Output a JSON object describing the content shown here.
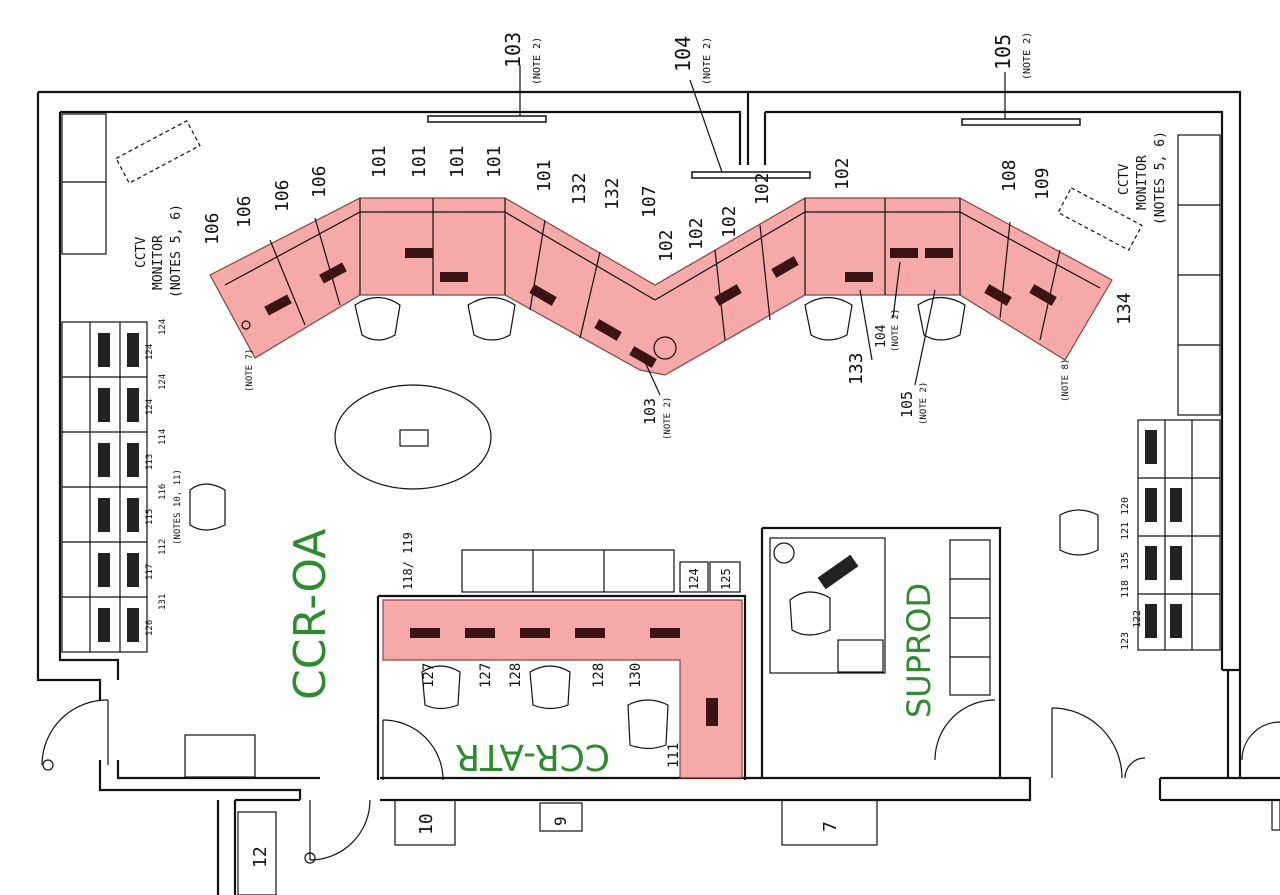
{
  "colors": {
    "console_highlight": "#f4a0a0",
    "room_label": "#2e8b2e",
    "line": "#111111"
  },
  "rooms": {
    "ccr_oa": "CCR-OA",
    "ccr_atr": "CCR-ATR",
    "suprod": "SUPROD"
  },
  "notes": {
    "cctv_left": [
      "CCTV",
      "MONITOR",
      "(NOTES 5, 6)"
    ],
    "cctv_right": [
      "CCTV",
      "MONITOR",
      "(NOTES 5, 6)"
    ],
    "note2": "(NOTE 2)",
    "note2_short": "(NOTE 2)",
    "note7": "(NOTE 7)",
    "note8": "(NOTE 8)",
    "notes_10_11": "(NOTES 10, 11)"
  },
  "top_labels": {
    "l103": "103",
    "l104": "104",
    "l105": "105"
  },
  "console_labels": [
    "106",
    "106",
    "106",
    "106",
    "101",
    "101",
    "101",
    "101",
    "101",
    "132",
    "132",
    "107",
    "102",
    "102",
    "102",
    "102",
    "102",
    "108",
    "109",
    "134",
    "133",
    "104",
    "105",
    "103"
  ],
  "atr_labels": [
    "127",
    "127",
    "128",
    "128",
    "130",
    "111"
  ],
  "left_rack_labels": [
    "124",
    "124",
    "124",
    "124",
    "113",
    "114",
    "115",
    "116",
    "117",
    "112",
    "126",
    "131"
  ],
  "right_rack_labels": [
    "120",
    "121",
    "135",
    "118",
    "123",
    "122"
  ],
  "small_boxes": {
    "b118_119": "118/ 119",
    "b124": "124",
    "b125": "125",
    "b10": "10",
    "b9": "9",
    "b7": "7",
    "b12": "12"
  }
}
